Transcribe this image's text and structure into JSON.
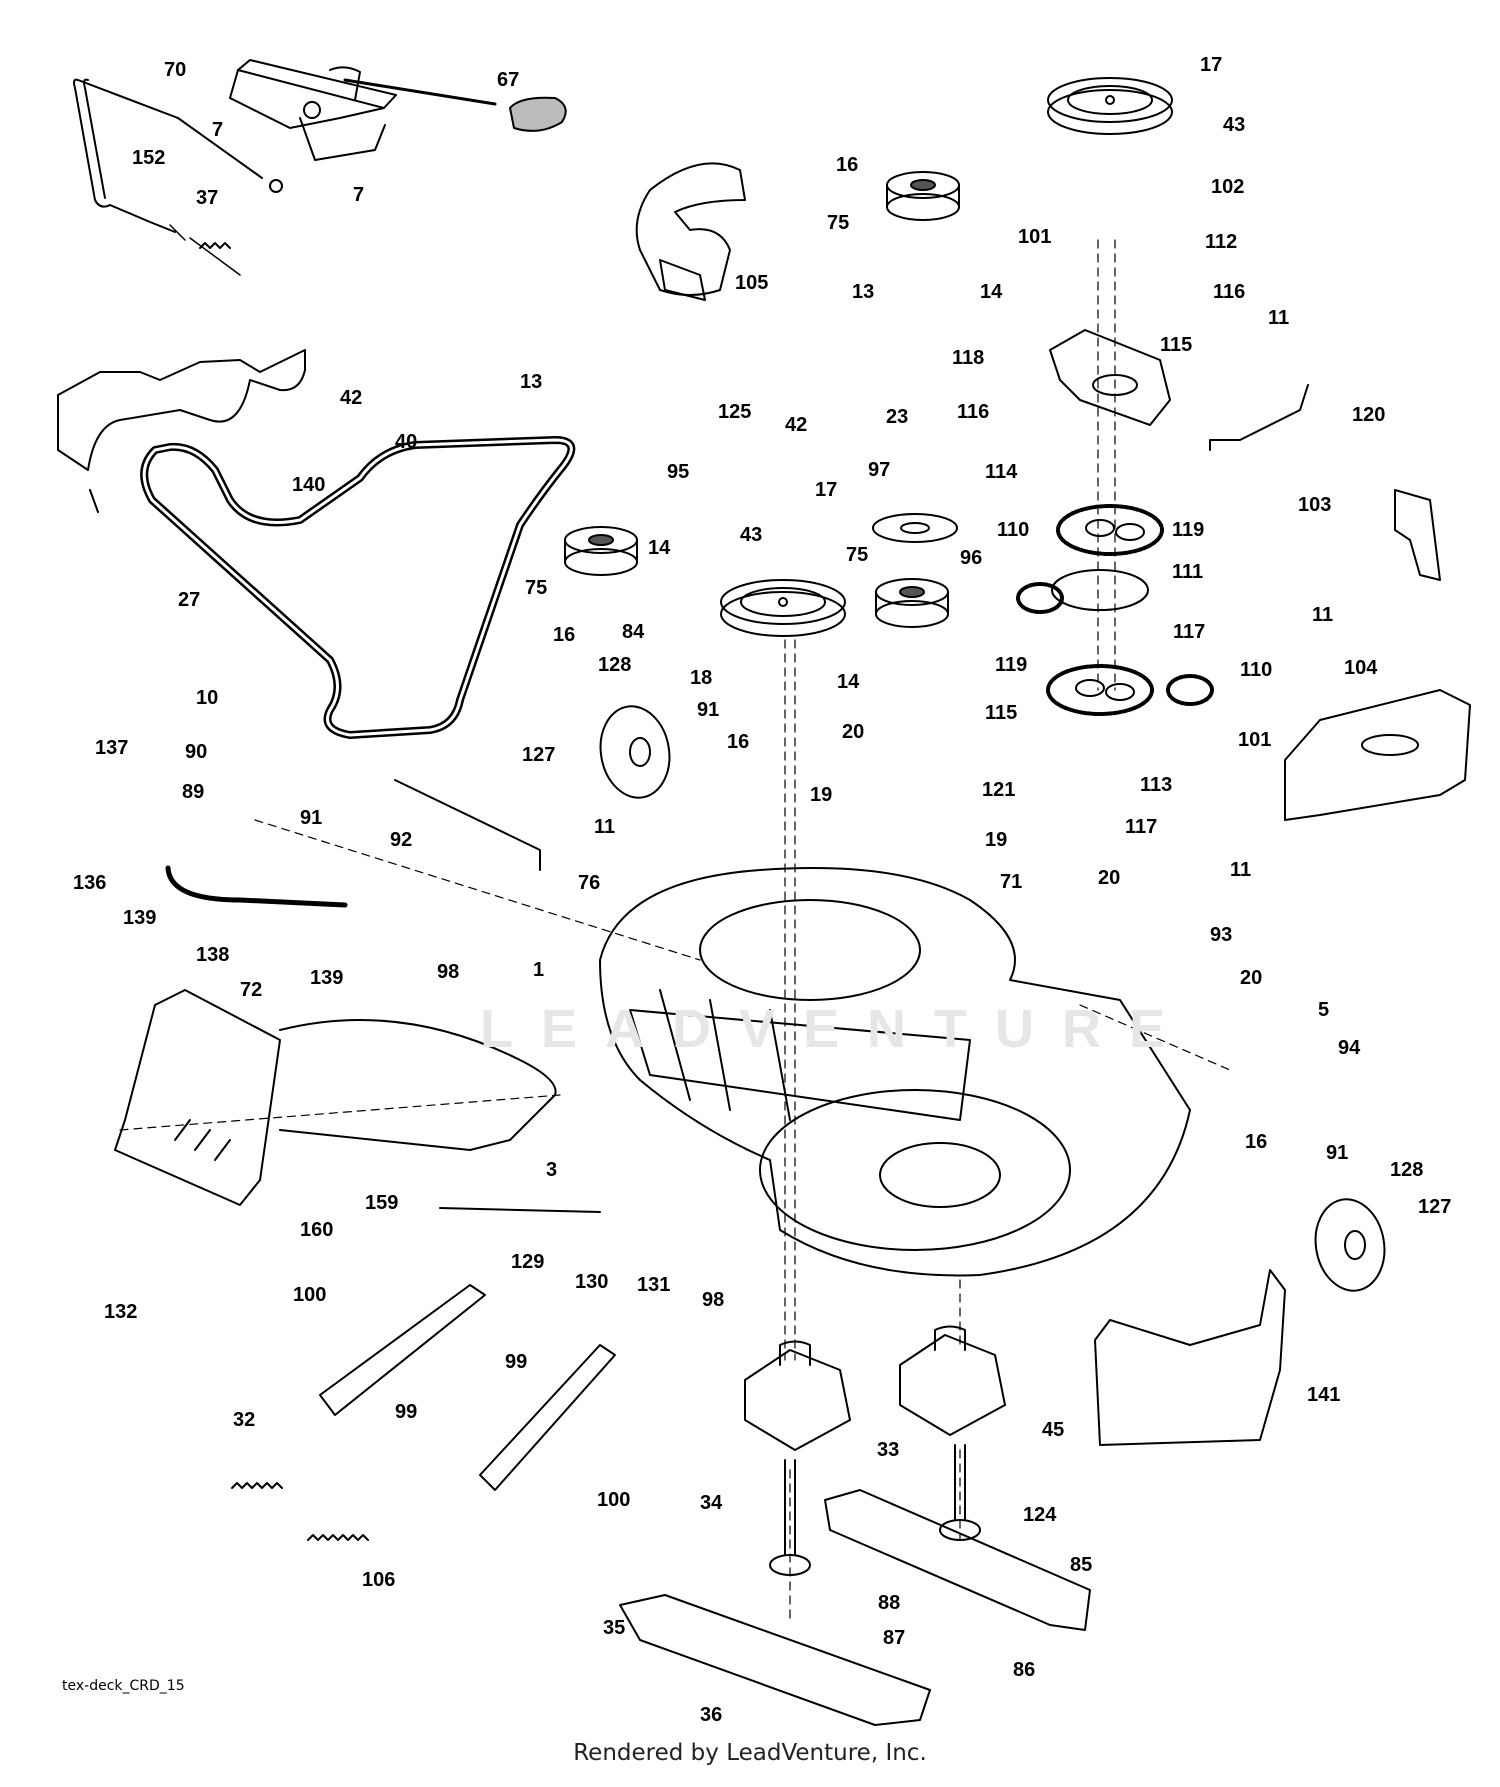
{
  "diagram": {
    "code": "tex-deck_CRD_15",
    "credit": "Rendered by LeadVenture, Inc.",
    "watermark": "LEADVENTURE"
  },
  "callouts": [
    {
      "id": "70",
      "text": "70"
    },
    {
      "id": "67",
      "text": "67"
    },
    {
      "id": "7a",
      "text": "7"
    },
    {
      "id": "152",
      "text": "152"
    },
    {
      "id": "37",
      "text": "37"
    },
    {
      "id": "7b",
      "text": "7"
    },
    {
      "id": "17a",
      "text": "17"
    },
    {
      "id": "43a",
      "text": "43"
    },
    {
      "id": "16a",
      "text": "16"
    },
    {
      "id": "102",
      "text": "102"
    },
    {
      "id": "75a",
      "text": "75"
    },
    {
      "id": "105",
      "text": "105"
    },
    {
      "id": "101a",
      "text": "101"
    },
    {
      "id": "112",
      "text": "112"
    },
    {
      "id": "13a",
      "text": "13"
    },
    {
      "id": "14a",
      "text": "14"
    },
    {
      "id": "116a",
      "text": "116"
    },
    {
      "id": "42a",
      "text": "42"
    },
    {
      "id": "40",
      "text": "40"
    },
    {
      "id": "13b",
      "text": "13"
    },
    {
      "id": "125",
      "text": "125"
    },
    {
      "id": "118",
      "text": "118"
    },
    {
      "id": "115a",
      "text": "115"
    },
    {
      "id": "11a",
      "text": "11"
    },
    {
      "id": "42b",
      "text": "42"
    },
    {
      "id": "116b",
      "text": "116"
    },
    {
      "id": "120",
      "text": "120"
    },
    {
      "id": "140",
      "text": "140"
    },
    {
      "id": "23",
      "text": "23"
    },
    {
      "id": "114",
      "text": "114"
    },
    {
      "id": "95",
      "text": "95"
    },
    {
      "id": "97",
      "text": "97"
    },
    {
      "id": "17b",
      "text": "17"
    },
    {
      "id": "103",
      "text": "103"
    },
    {
      "id": "14b",
      "text": "14"
    },
    {
      "id": "43b",
      "text": "43"
    },
    {
      "id": "110a",
      "text": "110"
    },
    {
      "id": "119a",
      "text": "119"
    },
    {
      "id": "27",
      "text": "27"
    },
    {
      "id": "75b",
      "text": "75"
    },
    {
      "id": "75c",
      "text": "75"
    },
    {
      "id": "96",
      "text": "96"
    },
    {
      "id": "111",
      "text": "111"
    },
    {
      "id": "16b",
      "text": "16"
    },
    {
      "id": "84",
      "text": "84"
    },
    {
      "id": "11b",
      "text": "11"
    },
    {
      "id": "117a",
      "text": "117"
    },
    {
      "id": "128a",
      "text": "128"
    },
    {
      "id": "119b",
      "text": "119"
    },
    {
      "id": "110b",
      "text": "110"
    },
    {
      "id": "18",
      "text": "18"
    },
    {
      "id": "14c",
      "text": "14"
    },
    {
      "id": "104",
      "text": "104"
    },
    {
      "id": "10",
      "text": "10"
    },
    {
      "id": "91a",
      "text": "91"
    },
    {
      "id": "137",
      "text": "137"
    },
    {
      "id": "16c",
      "text": "16"
    },
    {
      "id": "115b",
      "text": "115"
    },
    {
      "id": "20a",
      "text": "20"
    },
    {
      "id": "101b",
      "text": "101"
    },
    {
      "id": "90",
      "text": "90"
    },
    {
      "id": "127a",
      "text": "127"
    },
    {
      "id": "113",
      "text": "113"
    },
    {
      "id": "89",
      "text": "89"
    },
    {
      "id": "19a",
      "text": "19"
    },
    {
      "id": "121",
      "text": "121"
    },
    {
      "id": "91b",
      "text": "91"
    },
    {
      "id": "11c",
      "text": "11"
    },
    {
      "id": "117b",
      "text": "117"
    },
    {
      "id": "92",
      "text": "92"
    },
    {
      "id": "19b",
      "text": "19"
    },
    {
      "id": "136",
      "text": "136"
    },
    {
      "id": "76",
      "text": "76"
    },
    {
      "id": "139a",
      "text": "139"
    },
    {
      "id": "11d",
      "text": "11"
    },
    {
      "id": "71",
      "text": "71"
    },
    {
      "id": "20b",
      "text": "20"
    },
    {
      "id": "93",
      "text": "93"
    },
    {
      "id": "138",
      "text": "138"
    },
    {
      "id": "139b",
      "text": "139"
    },
    {
      "id": "98a",
      "text": "98"
    },
    {
      "id": "1",
      "text": "1"
    },
    {
      "id": "20c",
      "text": "20"
    },
    {
      "id": "72",
      "text": "72"
    },
    {
      "id": "5",
      "text": "5"
    },
    {
      "id": "94",
      "text": "94"
    },
    {
      "id": "16d",
      "text": "16"
    },
    {
      "id": "91c",
      "text": "91"
    },
    {
      "id": "128b",
      "text": "128"
    },
    {
      "id": "3",
      "text": "3"
    },
    {
      "id": "159",
      "text": "159"
    },
    {
      "id": "127b",
      "text": "127"
    },
    {
      "id": "160",
      "text": "160"
    },
    {
      "id": "129",
      "text": "129"
    },
    {
      "id": "130",
      "text": "130"
    },
    {
      "id": "131",
      "text": "131"
    },
    {
      "id": "98b",
      "text": "98"
    },
    {
      "id": "132",
      "text": "132"
    },
    {
      "id": "100a",
      "text": "100"
    },
    {
      "id": "141",
      "text": "141"
    },
    {
      "id": "99a",
      "text": "99"
    },
    {
      "id": "99b",
      "text": "99"
    },
    {
      "id": "45",
      "text": "45"
    },
    {
      "id": "32",
      "text": "32"
    },
    {
      "id": "33",
      "text": "33"
    },
    {
      "id": "100b",
      "text": "100"
    },
    {
      "id": "34",
      "text": "34"
    },
    {
      "id": "124",
      "text": "124"
    },
    {
      "id": "106",
      "text": "106"
    },
    {
      "id": "85",
      "text": "85"
    },
    {
      "id": "88",
      "text": "88"
    },
    {
      "id": "35",
      "text": "35"
    },
    {
      "id": "87",
      "text": "87"
    },
    {
      "id": "86",
      "text": "86"
    },
    {
      "id": "36",
      "text": "36"
    }
  ]
}
